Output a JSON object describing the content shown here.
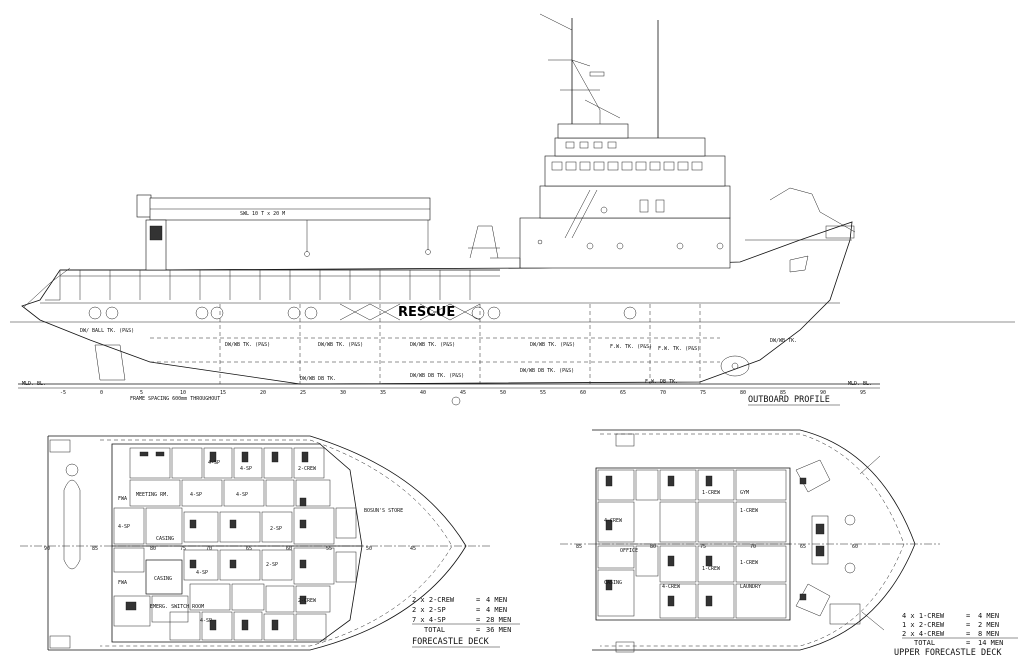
{
  "profile": {
    "title": "OUTBOARD PROFILE",
    "crane_label": "SWL 10 T x 20 M",
    "rescue_label": "RESCUE",
    "frame_note": "FRAME SPACING 600mm THROUGHOUT",
    "mld_bl_left": "MLD. BL.",
    "mld_bl_right": "MLD. BL.",
    "frame_numbers": [
      "-5",
      "0",
      "5",
      "10",
      "15",
      "20",
      "25",
      "30",
      "35",
      "40",
      "45",
      "50",
      "55",
      "60",
      "65",
      "70",
      "75",
      "80",
      "85",
      "90",
      "95"
    ],
    "tank_labels": [
      "DW/ BALL TK. (P&S)",
      "DW/WB TK. (P&S)",
      "DW/WB TK. (P&S)",
      "DW/WB TK. (P&S)",
      "DW/WB TK. (P&S)",
      "F.W. TK. (P&S)",
      "F.W. TK. (P&S)",
      "DW/WB TK.",
      "DW/WB DB TK. (P&S)",
      "DW/WB DB TK. (P&S)",
      "F.W. DB TK.",
      "DW/WB DB TK."
    ]
  },
  "forecastle": {
    "title": "FORECASTLE DECK",
    "cabin_labels": [
      "4-SP",
      "4-SP",
      "4-SP",
      "4-SP",
      "4-SP",
      "4-SP",
      "4-SP",
      "2-SP",
      "2-SP",
      "2-CREW",
      "2-CREW",
      "CASING",
      "CASING",
      "MEETING RM.",
      "BOSUN'S STORE",
      "FWA",
      "FWA",
      "EMERG. SWITCH ROOM"
    ],
    "frame_numbers": [
      "90",
      "85",
      "80",
      "75",
      "70",
      "65",
      "60",
      "55",
      "50",
      "45"
    ],
    "summary": [
      {
        "qty": "2 x 2-CREW",
        "eq": "=",
        "men": "4 MEN"
      },
      {
        "qty": "2 x 2-SP",
        "eq": "=",
        "men": "4 MEN"
      },
      {
        "qty": "7 x 4-SP",
        "eq": "=",
        "men": "28 MEN"
      }
    ],
    "total": {
      "label": "TOTAL",
      "eq": "=",
      "men": "36 MEN"
    }
  },
  "upper_forecastle": {
    "title": "UPPER FORECASTLE DECK",
    "cabin_labels": [
      "4-CREW",
      "4-CREW",
      "1-CREW",
      "1-CREW",
      "1-CREW",
      "1-CREW",
      "OFFICE",
      "CASING",
      "GYM",
      "LAUNDRY"
    ],
    "frame_numbers": [
      "85",
      "80",
      "75",
      "70",
      "65",
      "60"
    ],
    "summary": [
      {
        "qty": "4 x 1-CREW",
        "eq": "=",
        "men": "4 MEN"
      },
      {
        "qty": "1 x 2-CREW",
        "eq": "=",
        "men": "2 MEN"
      },
      {
        "qty": "2 x 4-CREW",
        "eq": "=",
        "men": "8 MEN"
      }
    ],
    "total": {
      "label": "TOTAL",
      "eq": "=",
      "men": "14 MEN"
    }
  }
}
